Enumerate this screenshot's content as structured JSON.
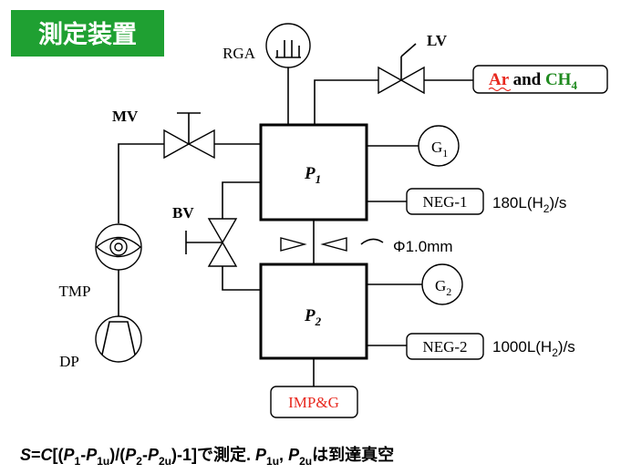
{
  "title": "測定装置",
  "colors": {
    "title_bg": "#1fa032",
    "title_text": "#ffffff",
    "ar": "#e8281e",
    "ch4": "#1f8a1f"
  },
  "labels": {
    "rga": "RGA",
    "lv": "LV",
    "mv": "MV",
    "bv": "BV",
    "tmp": "TMP",
    "dp": "DP",
    "p1": "P",
    "p1_sub": "1",
    "p2": "P",
    "p2_sub": "2",
    "g1": "G",
    "g1_sub": "1",
    "g2": "G",
    "g2_sub": "2",
    "neg1": "NEG-1",
    "neg2": "NEG-2",
    "imp": "IMP&G",
    "ar": "Ar",
    "and": " and ",
    "ch4": "CH",
    "ch4_sub": "4",
    "speed1_pre": "180L(H",
    "speed1_sub": "2",
    "speed1_post": ")/s",
    "speed2_pre": "1000L(H",
    "speed2_sub": "2",
    "speed2_post": ")/s",
    "orifice": "Φ1.0mm"
  },
  "formula": {
    "s": "S",
    "eq": "=",
    "c": "C",
    "open": "[(",
    "p": "P",
    "sub1": "1",
    "minus": "-",
    "sub1u": "1u",
    "mid": ")/(",
    "sub2": "2",
    "sub2u": "2u",
    "tail": ")-1]",
    "jp1": "で測定. ",
    "comma": ", ",
    "jp2": "は到達真空"
  }
}
